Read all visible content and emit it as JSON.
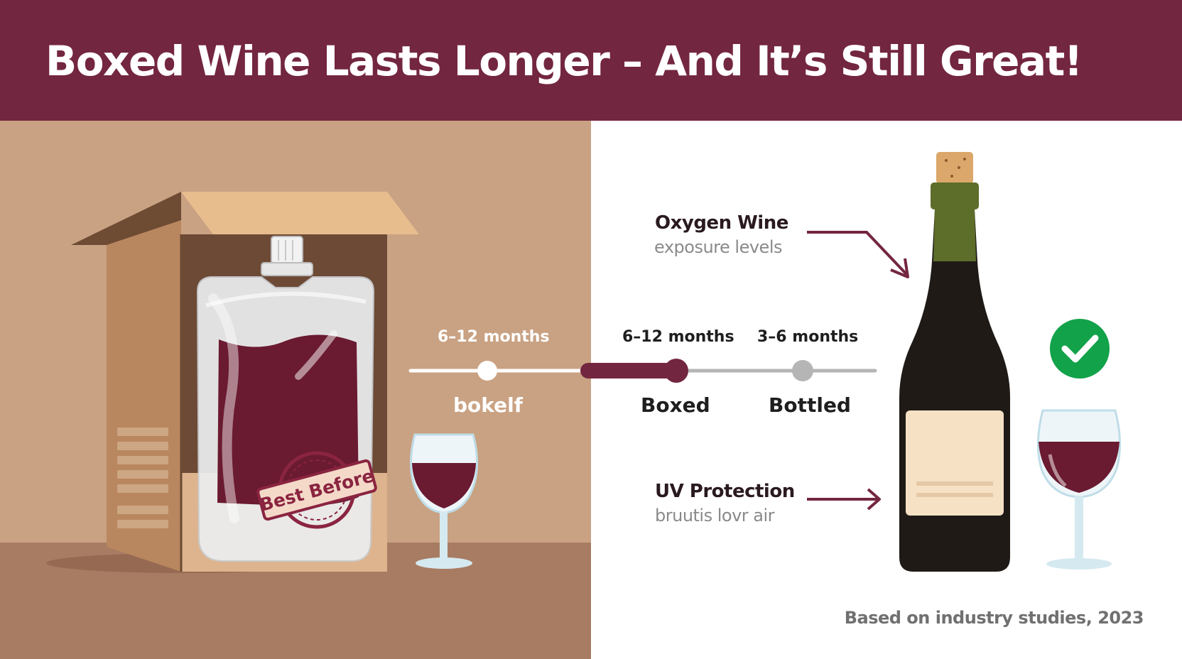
{
  "header": {
    "title": "Boxed Wine Lasts Longer – And It’s Still Great!"
  },
  "timeline": {
    "points": [
      {
        "time": "6–12 months",
        "label": "bokelf"
      },
      {
        "time": "6–12 months",
        "label": "Boxed"
      },
      {
        "time": "3–6 months",
        "label": "Bottled"
      }
    ]
  },
  "stamp": {
    "text": "Best Before"
  },
  "callouts": {
    "oxygen": {
      "title": "Oxygen Wine",
      "subtitle": "exposure levels"
    },
    "uv": {
      "title": "UV Protection",
      "subtitle": "bruutis lovr air"
    }
  },
  "footer": {
    "source": "Based on industry studies, 2023"
  },
  "colors": {
    "header": "#73263f",
    "wine": "#6a1a31",
    "accent": "#73263f",
    "check": "#12a24a",
    "bottle": "#1f1a16",
    "bottle_neck": "#5d6d2a"
  },
  "icons": [
    "check-icon",
    "arrow-icon",
    "wine-glass-icon",
    "wine-bottle-icon",
    "wine-box-icon"
  ]
}
